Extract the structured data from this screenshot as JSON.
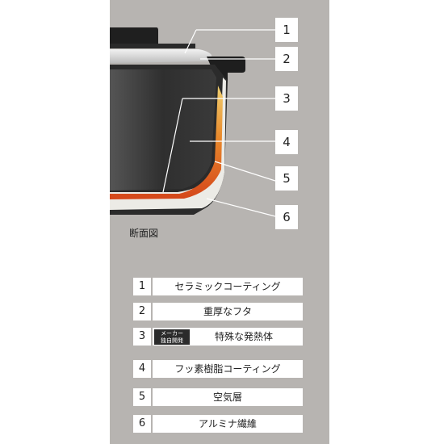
{
  "diagram": {
    "callout_numbers": [
      "1",
      "2",
      "3",
      "4",
      "5",
      "6"
    ],
    "caption": "断面図"
  },
  "legend": {
    "items": [
      {
        "number": "1",
        "label": "セラミックコーティング"
      },
      {
        "number": "2",
        "label": "重厚なフタ"
      },
      {
        "number": "3",
        "label": "特殊な発熱体",
        "badge_line1": "メーカー",
        "badge_line2": "独自開発"
      },
      {
        "number": "4",
        "label": "フッ素樹脂コーティング"
      },
      {
        "number": "5",
        "label": "空気層"
      },
      {
        "number": "6",
        "label": "アルミナ繊維"
      }
    ]
  },
  "colors": {
    "panel_background": "#b7b4b1",
    "pot_body": "#3a3a3a",
    "lid": "#e4e4e4",
    "heater_accent": "#e0541b",
    "insulation": "#e8e6e1"
  }
}
